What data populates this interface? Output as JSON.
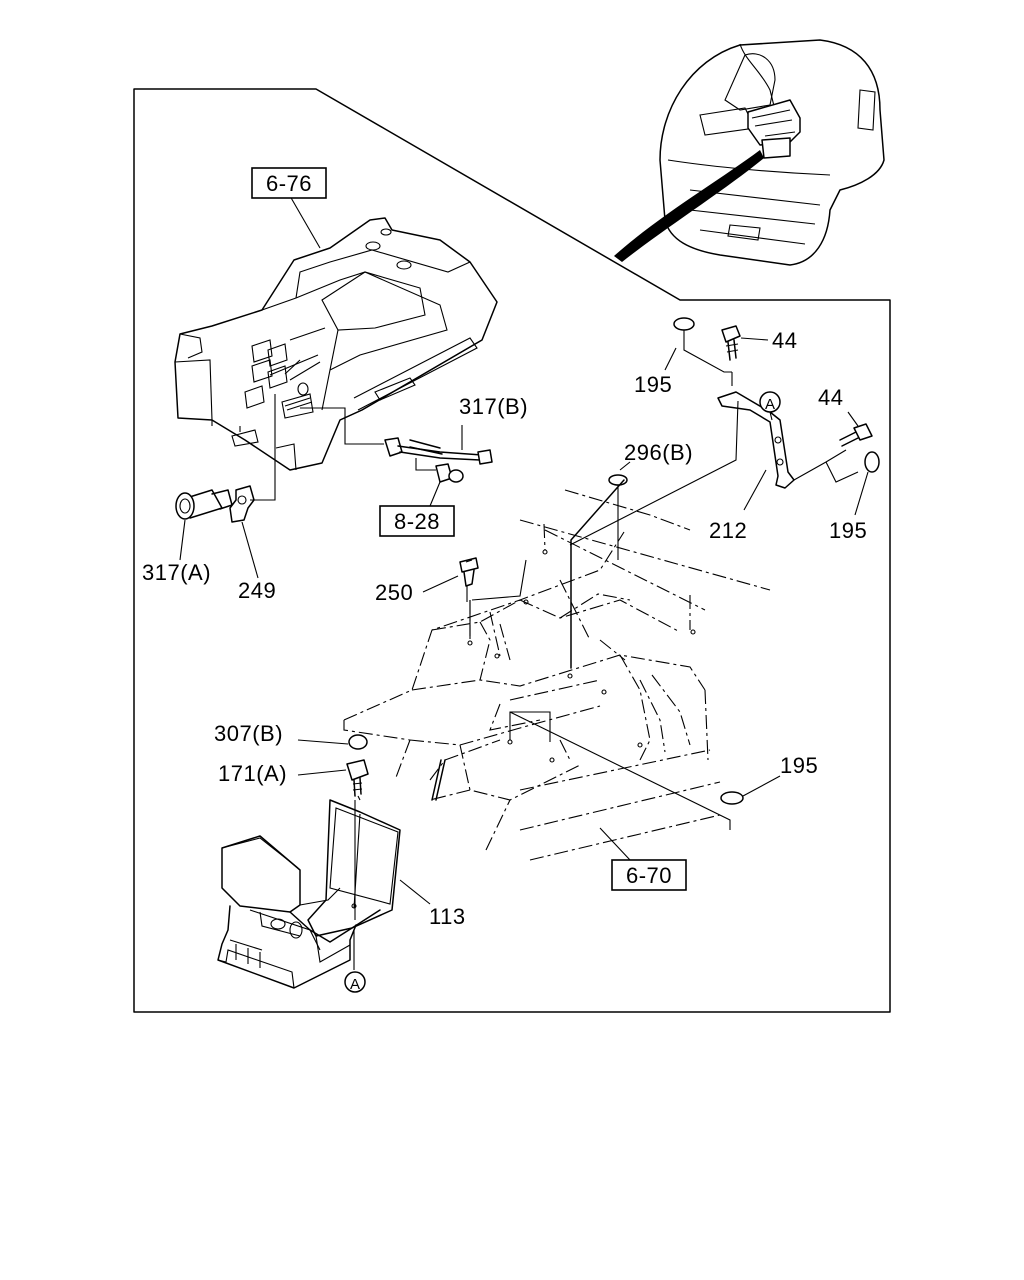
{
  "diagram": {
    "section_refs": [
      "6-76",
      "8-28",
      "6-70"
    ],
    "parts": {
      "p195_top": "195",
      "p44_top": "44",
      "pA_top": "A",
      "p44_right": "44",
      "p296b": "296(B)",
      "p317b": "317(B)",
      "p212": "212",
      "p195_right": "195",
      "p317a": "317(A)",
      "p249": "249",
      "p250": "250",
      "p307b": "307(B)",
      "p171a": "171(A)",
      "p195_bottom": "195",
      "p113": "113",
      "pA_bottom": "A"
    }
  }
}
